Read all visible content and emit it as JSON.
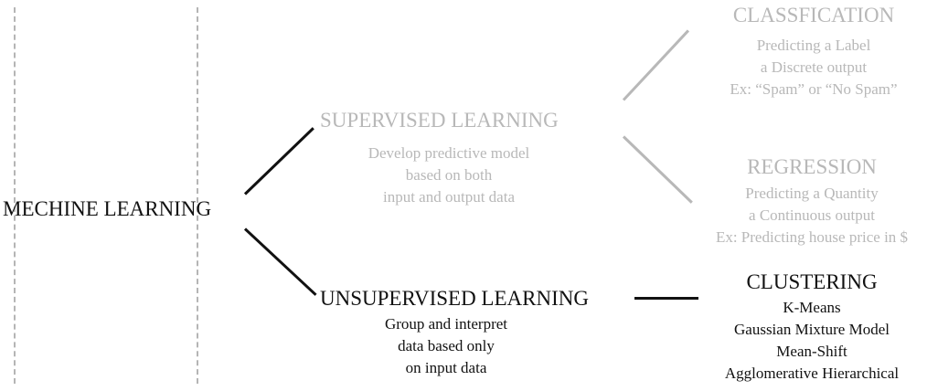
{
  "colors": {
    "dark": "#111111",
    "faded": "#b8b8b8",
    "dash": "#b5b5b5"
  },
  "root": {
    "label": "MECHINE LEARNING"
  },
  "supervised": {
    "title": "SUPERVISED  LEARNING",
    "desc": [
      "Develop predictive model",
      "based on both",
      "input and output data"
    ]
  },
  "unsupervised": {
    "title": "UNSUPERVISED LEARNING",
    "desc": [
      "Group and interpret",
      "data based only",
      "on input data"
    ]
  },
  "classification": {
    "title": "CLASSFICATION",
    "desc": [
      "Predicting a Label",
      "a Discrete output",
      "Ex: “Spam” or  “No Spam”"
    ]
  },
  "regression": {
    "title": "REGRESSION",
    "desc": [
      "Predicting a Quantity",
      "a Continuous output",
      "Ex: Predicting house price in $"
    ]
  },
  "clustering": {
    "title": "CLUSTERING",
    "items": [
      "K-Means",
      "Gaussian Mixture Model",
      "Mean-Shift",
      "Agglomerative Hierarchical"
    ]
  }
}
